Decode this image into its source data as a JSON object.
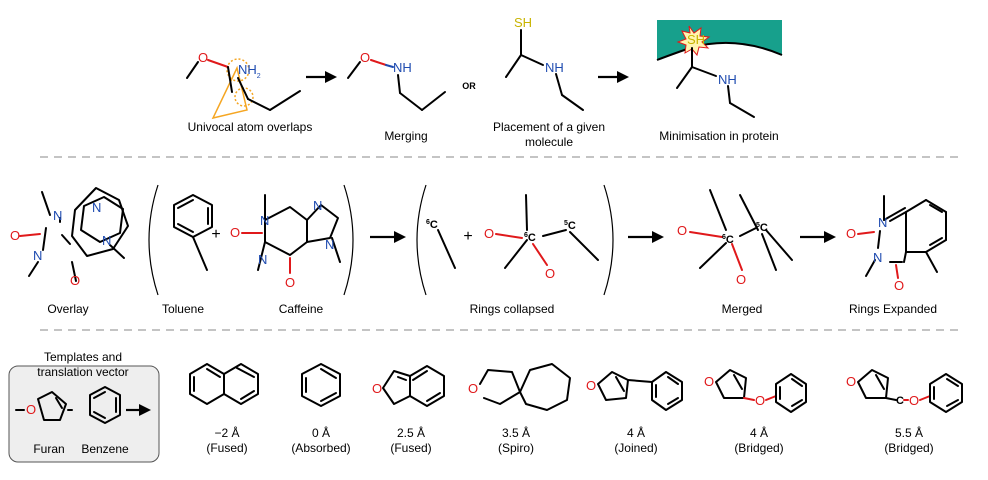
{
  "top_row": {
    "overlap_label": "Univocal atom overlaps",
    "merging_label": "Merging",
    "or_label": "OR",
    "placement_label_line1": "Placement of a given",
    "placement_label_line2": "molecule",
    "minimisation_label": "Minimisation in protein",
    "nh2_label": "NH",
    "nh2_sub": "2",
    "nh_label": "NH",
    "o_label": "O",
    "sh_label": "SH"
  },
  "middle_row": {
    "overlay_label": "Overlay",
    "toluene_label": "Toluene",
    "plus_label": "+",
    "caffeine_label": "Caffeine",
    "rings_collapsed_label": "Rings collapsed",
    "merged_label": "Merged",
    "rings_expanded_label": "Rings Expanded",
    "n_label": "N",
    "o_label": "O",
    "c_label": "C",
    "c_sup": "6",
    "c5_sup": "5"
  },
  "bottom_row": {
    "templates_title_line1": "Templates and",
    "templates_title_line2": "translation vector",
    "furan_label": "Furan",
    "benzene_label": "Benzene",
    "o_label": "O",
    "c_label": "C",
    "items": [
      {
        "distance": "−2 Å",
        "kind": "(Fused)"
      },
      {
        "distance": "0 Å",
        "kind": "(Absorbed)"
      },
      {
        "distance": "2.5 Å",
        "kind": "(Fused)"
      },
      {
        "distance": "3.5 Å",
        "kind": "(Spiro)"
      },
      {
        "distance": "4 Å",
        "kind": "(Joined)"
      },
      {
        "distance": "4 Å",
        "kind": "(Bridged)"
      },
      {
        "distance": "5.5 Å",
        "kind": "(Bridged)"
      }
    ]
  },
  "colors": {
    "oxygen": "#e0191b",
    "nitrogen": "#1e4bb0",
    "sulfur": "#c8b400",
    "overlap": "#f5a623",
    "protein": "#17a08c",
    "divider": "#8a8a8a"
  }
}
